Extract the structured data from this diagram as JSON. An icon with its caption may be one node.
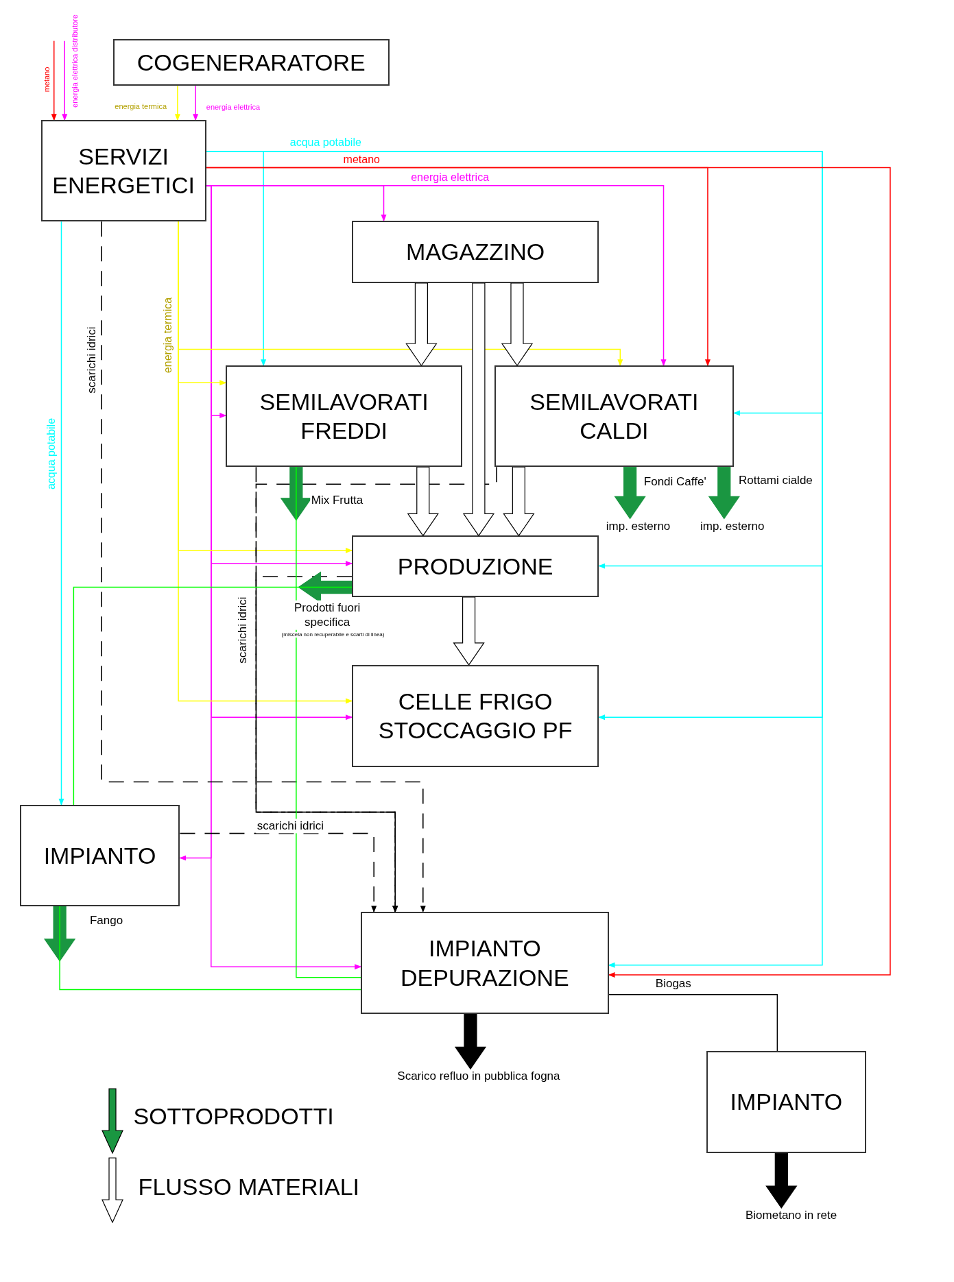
{
  "diagram": {
    "nodes": [
      {
        "text": [
          "COGENERARATORE"
        ]
      },
      {
        "text": [
          "SERVIZI ENERGETICI"
        ]
      },
      {
        "text": [
          "MAGAZZINO"
        ]
      },
      {
        "text": [
          "SEMILAVORATI FREDDI"
        ]
      },
      {
        "text": [
          "SEMILAVORATI CALDI"
        ]
      },
      {
        "text": [
          "PRODUZIONE"
        ]
      },
      {
        "text": [
          "CELLE FRIGO STOCCAGGIO PF"
        ]
      },
      {
        "text": [
          "IMPIANTO"
        ]
      },
      {
        "text": [
          "IMPIANTO DEPURAZIONE"
        ]
      },
      {
        "text": [
          "IMPIANTO"
        ]
      },
      {
        "text": [
          "imp. esterno"
        ]
      },
      {
        "text": [
          "imp. esterno"
        ]
      },
      {
        "text": [
          "Scarico refluo in pubblica fogna"
        ]
      },
      {
        "text": [
          "Biometano in rete"
        ]
      }
    ],
    "edges": [
      {
        "from": null,
        "to": 1,
        "arrow": "to",
        "label": "metano",
        "color": "#ff0000"
      },
      {
        "from": null,
        "to": 1,
        "arrow": "to",
        "label": "energia elettrica distributore",
        "color": "#ff00ff"
      },
      {
        "from": 0,
        "to": 1,
        "arrow": "to",
        "label": "energia termica",
        "color": "#ffff00"
      },
      {
        "from": 0,
        "to": 1,
        "arrow": "to",
        "label": "energia elettrica",
        "color": "#ff00ff"
      },
      {
        "from": 1,
        "to": 3,
        "arrow": "to",
        "color": "#00ffff"
      },
      {
        "from": 1,
        "to": 4,
        "arrow": "to",
        "label": "acqua potabile",
        "color": "#00ffff"
      },
      {
        "from": 1,
        "to": 5,
        "arrow": "to",
        "color": "#00ffff"
      },
      {
        "from": 1,
        "to": 6,
        "arrow": "to",
        "color": "#00ffff"
      },
      {
        "from": 1,
        "to": 8,
        "arrow": "to",
        "color": "#00ffff"
      },
      {
        "from": 1,
        "to": 7,
        "arrow": "to",
        "label": "acqua potabile",
        "color": "#00ffff"
      },
      {
        "from": 1,
        "to": 4,
        "arrow": "to",
        "label": "metano",
        "color": "#ff0000"
      },
      {
        "from": 1,
        "to": 8,
        "arrow": "to",
        "color": "#ff0000"
      },
      {
        "from": 1,
        "to": 2,
        "arrow": "to",
        "color": "#ff00ff"
      },
      {
        "from": 1,
        "to": 4,
        "arrow": "to",
        "label": "energia elettrica",
        "color": "#ff00ff"
      },
      {
        "from": 1,
        "to": 3,
        "arrow": "to",
        "color": "#ff00ff"
      },
      {
        "from": 1,
        "to": 5,
        "arrow": "to",
        "color": "#ff00ff"
      },
      {
        "from": 1,
        "to": 6,
        "arrow": "to",
        "color": "#ff00ff"
      },
      {
        "from": 1,
        "to": 7,
        "arrow": "to",
        "color": "#ff00ff"
      },
      {
        "from": 1,
        "to": 8,
        "arrow": "to",
        "color": "#ff00ff"
      },
      {
        "from": 1,
        "to": 4,
        "arrow": "to",
        "label": "energia termica",
        "color": "#ffff00"
      },
      {
        "from": 1,
        "to": 3,
        "arrow": "to",
        "color": "#ffff00"
      },
      {
        "from": 1,
        "to": 5,
        "arrow": "to",
        "color": "#ffff00"
      },
      {
        "from": 1,
        "to": 6,
        "arrow": "to",
        "color": "#ffff00"
      },
      {
        "from": 1,
        "to": 8,
        "arrow": "to",
        "label": "scarichi idrici",
        "style": "dashed",
        "color": "#000000"
      },
      {
        "from": 3,
        "to": 8,
        "arrow": "to",
        "style": "dashed",
        "color": "#000000"
      },
      {
        "from": 4,
        "to": 8,
        "arrow": "to",
        "style": "dashed",
        "color": "#000000"
      },
      {
        "from": 5,
        "to": 8,
        "arrow": "to",
        "label": "scarichi idrici",
        "style": "dashed",
        "color": "#000000"
      },
      {
        "from": 7,
        "to": 8,
        "arrow": "to",
        "label": "scarichi idrici",
        "style": "dashed",
        "color": "#000000"
      },
      {
        "from": 2,
        "to": 3,
        "arrow": "to",
        "style": "thick",
        "color": "#ffffff"
      },
      {
        "from": 2,
        "to": 4,
        "arrow": "to",
        "style": "thick",
        "color": "#ffffff"
      },
      {
        "from": 2,
        "to": 5,
        "arrow": "to",
        "style": "thick",
        "color": "#ffffff"
      },
      {
        "from": 3,
        "to": 5,
        "arrow": "to",
        "style": "thick",
        "color": "#ffffff"
      },
      {
        "from": 4,
        "to": 5,
        "arrow": "to",
        "style": "thick",
        "color": "#ffffff"
      },
      {
        "from": 5,
        "to": 6,
        "arrow": "to",
        "style": "thick",
        "color": "#ffffff"
      },
      {
        "from": 3,
        "to": null,
        "arrow": "to",
        "label": "Mix Frutta",
        "style": "thick",
        "color": "#1a9641"
      },
      {
        "from": 3,
        "to": 8,
        "arrow": "none",
        "color": "#00ff00"
      },
      {
        "from": 5,
        "to": null,
        "arrow": "to",
        "label": "Prodotti fuori specifica",
        "style": "thick",
        "color": "#1a9641"
      },
      {
        "from": 5,
        "to": 7,
        "arrow": "none",
        "color": "#00ff00"
      },
      {
        "from": 7,
        "to": null,
        "arrow": "to",
        "label": "Fango",
        "style": "thick",
        "color": "#1a9641"
      },
      {
        "from": 7,
        "to": 8,
        "arrow": "none",
        "color": "#00ff00"
      },
      {
        "from": 4,
        "to": 10,
        "arrow": "to",
        "label": "Fondi Caffe'",
        "style": "thick",
        "color": "#1a9641"
      },
      {
        "from": 4,
        "to": 11,
        "arrow": "to",
        "label": "Rottami cialde",
        "style": "thick",
        "color": "#1a9641"
      },
      {
        "from": 8,
        "to": 12,
        "arrow": "to",
        "style": "thick",
        "color": "#000000"
      },
      {
        "from": 9,
        "to": 13,
        "arrow": "to",
        "style": "thick",
        "color": "#000000"
      },
      {
        "from": 8,
        "to": 9,
        "arrow": "none",
        "label": "Biogas",
        "color": "#000000"
      }
    ],
    "labels": [
      "(miscela non recuperabile e scarti di linea)"
    ],
    "legend": [
      {
        "text": "SOTTOPRODOTTI"
      },
      {
        "text": "FLUSSO MATERIALI"
      }
    ]
  }
}
